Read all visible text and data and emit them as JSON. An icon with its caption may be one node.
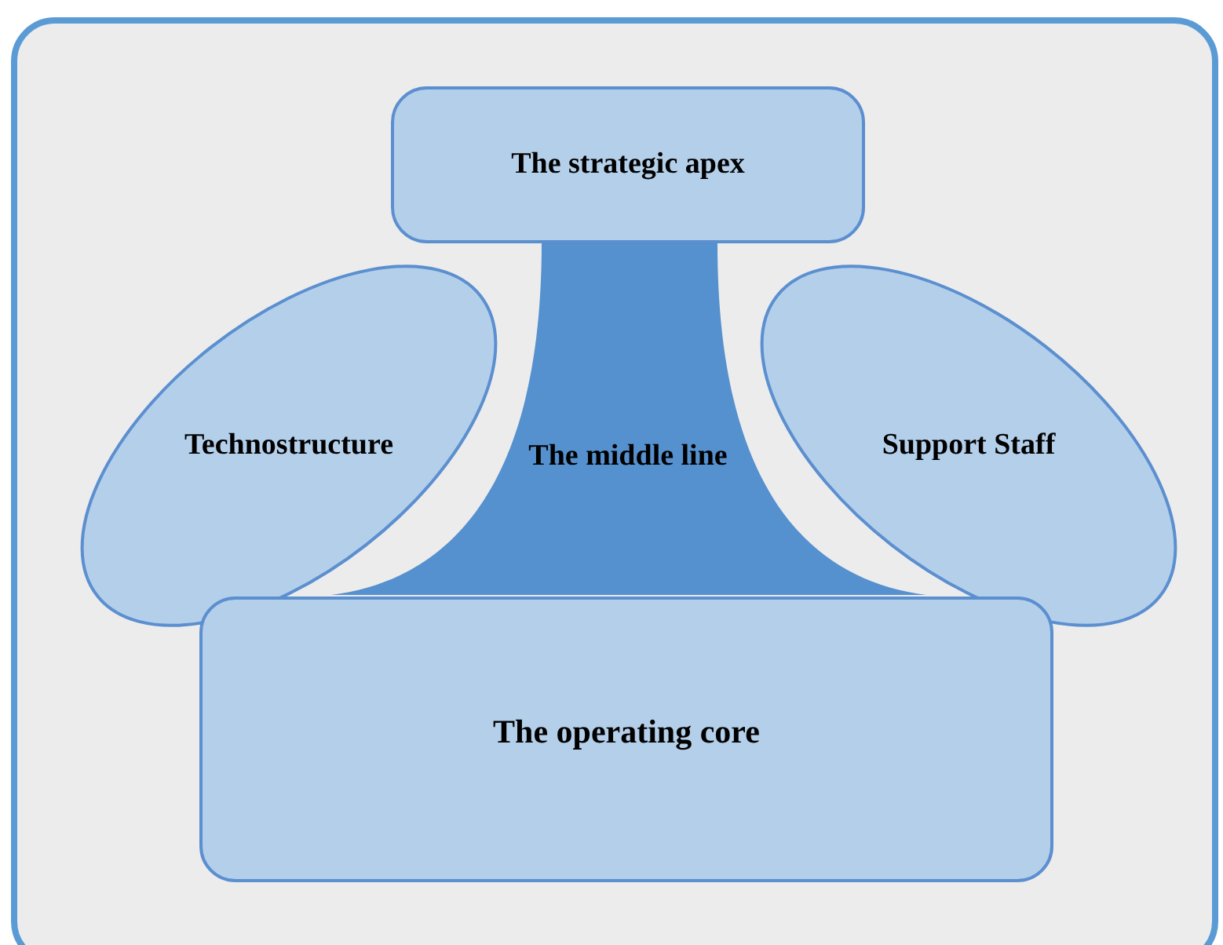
{
  "diagram": {
    "nodes": [
      {
        "text": [
          "The strategic apex"
        ]
      },
      {
        "text": [
          "Technostructure"
        ]
      },
      {
        "text": [
          "The middle line"
        ]
      },
      {
        "text": [
          "Support Staff"
        ]
      },
      {
        "text": [
          "The operating core"
        ]
      }
    ]
  }
}
